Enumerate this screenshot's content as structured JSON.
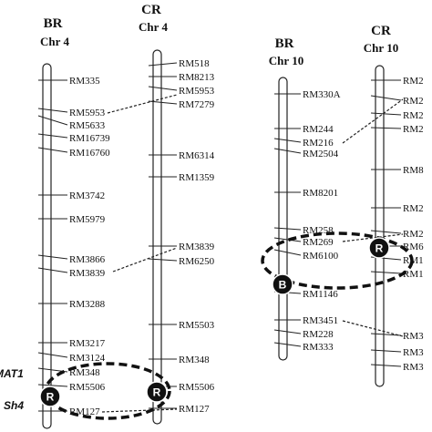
{
  "headers": {
    "br4_title": "BR",
    "br4_sub": "Chr 4",
    "cr4_title": "CR",
    "cr4_sub": "Chr 4",
    "br10_title": "BR",
    "br10_sub": "Chr 10",
    "cr10_title": "CR",
    "cr10_sub": "Chr 10"
  },
  "genes": {
    "gene1": "MAT1",
    "gene2": "Sh4"
  },
  "badges": {
    "br4_badge": "R",
    "cr4_badge": "R",
    "br10_badge": "B",
    "cr10_badge": "R"
  },
  "chromosomes": {
    "br4": [
      "RM335",
      "RM5953",
      "RM5633",
      "RM16739",
      "RM16760",
      "RM3742",
      "RM5979",
      "RM3866",
      "RM3839",
      "RM3288",
      "RM3217",
      "RM3124",
      "RM348",
      "RM5506",
      "RM127"
    ],
    "cr4": [
      "RM518",
      "RM8213",
      "RM5953",
      "RM7279",
      "RM6314",
      "RM1359",
      "RM3839",
      "RM6250",
      "RM5503",
      "RM348",
      "RM5506",
      "RM127"
    ],
    "br10": [
      "RM330A",
      "RM244",
      "RM216",
      "RM2504",
      "RM8201",
      "RM258",
      "RM269",
      "RM6100",
      "RM1146",
      "RM3451",
      "RM228",
      "RM333"
    ],
    "cr10": [
      "RM2",
      "RM2",
      "RM2",
      "RM2",
      "RM8",
      "RM2",
      "RM2",
      "RM6",
      "RM1",
      "RM1",
      "RM3",
      "RM3",
      "RM3"
    ]
  }
}
